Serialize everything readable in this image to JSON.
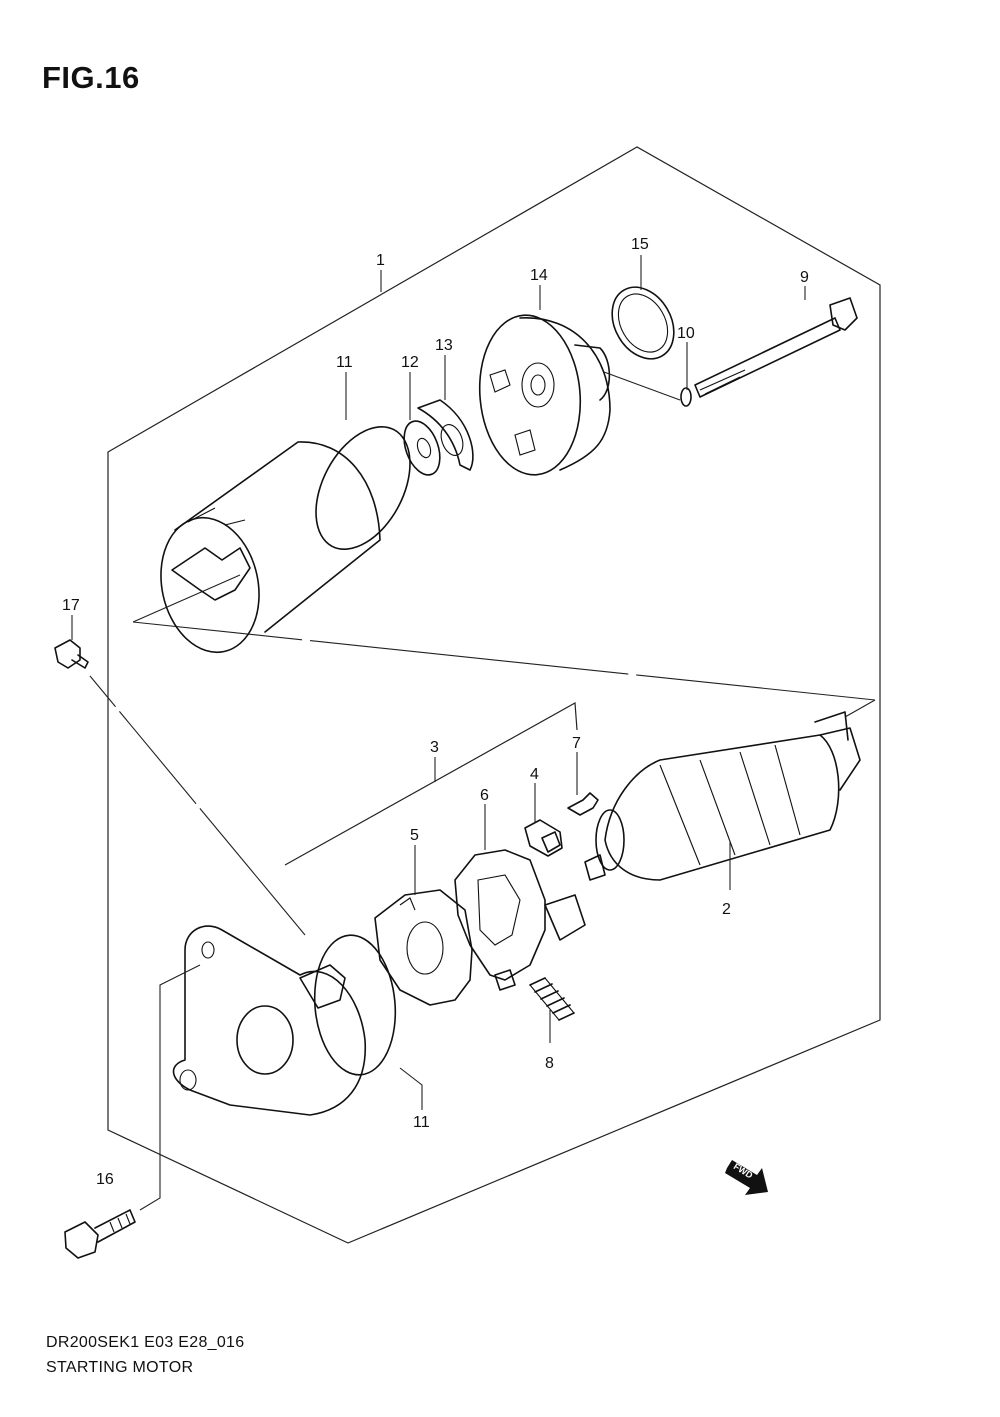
{
  "figure": {
    "title": "FIG.16"
  },
  "callouts": {
    "c1": "1",
    "c2": "2",
    "c3": "3",
    "c4": "4",
    "c5": "5",
    "c6": "6",
    "c7": "7",
    "c8": "8",
    "c9": "9",
    "c10": "10",
    "c11_top": "11",
    "c11_bottom": "11",
    "c12": "12",
    "c13": "13",
    "c14": "14",
    "c15": "15",
    "c16": "16",
    "c17": "17"
  },
  "fwd_symbol": {
    "text": "FWD"
  },
  "footer": {
    "code": "DR200SEK1 E03 E28_016",
    "name": "STARTING MOTOR"
  }
}
